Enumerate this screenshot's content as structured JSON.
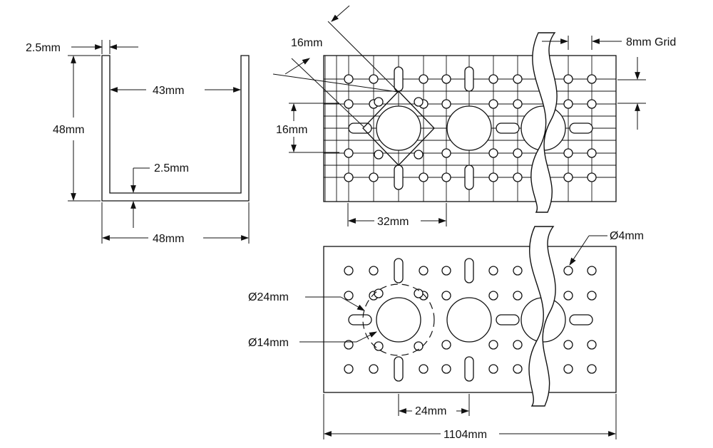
{
  "labels": {
    "wall_thickness_top": "2.5mm",
    "height_left": "48mm",
    "inner_width": "43mm",
    "base_thickness": "2.5mm",
    "outer_width": "48mm",
    "diag_16_top": "16mm",
    "diag_16_left": "16mm",
    "grid": "8mm Grid",
    "spacing_32": "32mm",
    "hole_4": "Ø4mm",
    "hole_24": "Ø24mm",
    "hole_14": "Ø14mm",
    "spacing_24": "24mm",
    "length_total": "1104mm"
  }
}
